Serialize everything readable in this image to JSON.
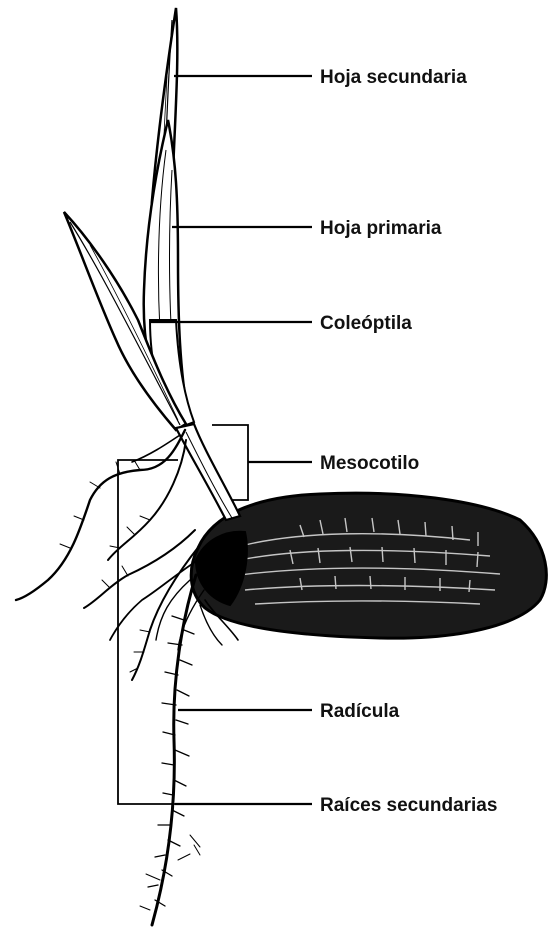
{
  "figure": {
    "subject": "maize-seedling",
    "ink_color": "#111111",
    "paper_color": "#ffffff",
    "labels": {
      "hoja_secundaria": "Hoja secundaria",
      "hoja_primaria": "Hoja primaria",
      "coleoptila": "Coleóptila",
      "mesocotilo": "Mesocotilo",
      "radicula": "Radícula",
      "raices_secundarias": "Raíces secundarias"
    }
  }
}
